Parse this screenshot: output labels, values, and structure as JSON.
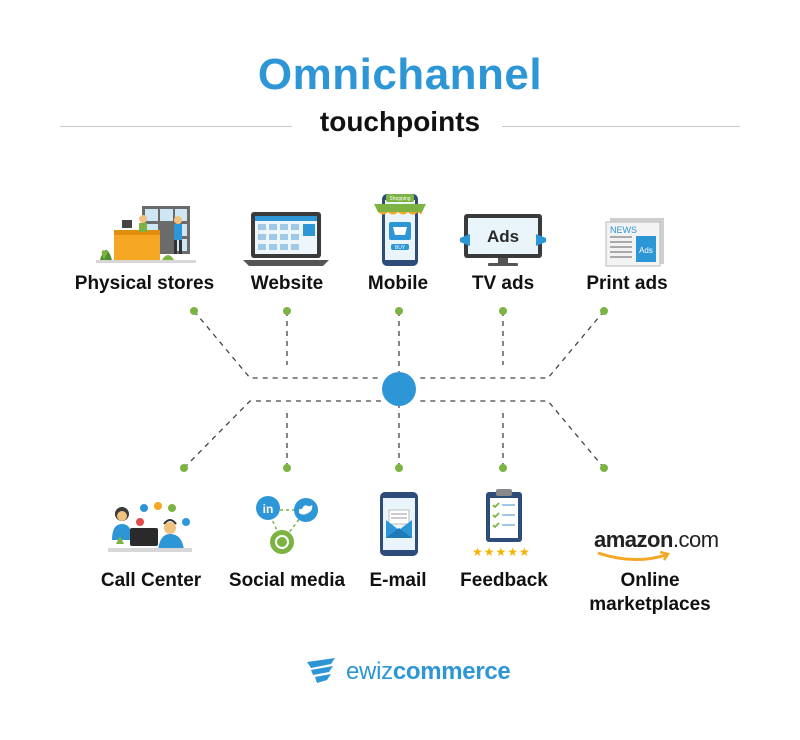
{
  "title": "Omnichannel",
  "subtitle": "touchpoints",
  "touchpoints_top": [
    {
      "label": "Physical stores",
      "icon": "physical-store-icon"
    },
    {
      "label": "Website",
      "icon": "laptop-icon"
    },
    {
      "label": "Mobile",
      "icon": "mobile-shopping-icon"
    },
    {
      "label": "TV ads",
      "icon": "tv-ads-icon"
    },
    {
      "label": "Print ads",
      "icon": "newspaper-icon"
    }
  ],
  "touchpoints_bottom": [
    {
      "label": "Call Center",
      "icon": "call-center-icon"
    },
    {
      "label": "Social media",
      "icon": "social-media-icon"
    },
    {
      "label": "E-mail",
      "icon": "email-icon"
    },
    {
      "label": "Feedback",
      "icon": "feedback-clipboard-icon"
    },
    {
      "label": "Online marketplaces",
      "label_line1": "Online",
      "label_line2": "marketplaces",
      "icon": "amazon-logo"
    }
  ],
  "icon_text": {
    "tv": "Ads",
    "newspaper": "NEWS",
    "newspaper_ad": "Ads",
    "mobile_banner": "Shopping",
    "mobile_button": "BUY",
    "stars": "★★★★★",
    "amazon_name": "amazon",
    "amazon_suffix": ".com"
  },
  "brand": {
    "name_part1": "ewiz",
    "name_part2": "commerce"
  },
  "colors": {
    "accent": "#2d96d6",
    "dot": "#7cb342",
    "line": "#444444",
    "text": "#111111"
  }
}
